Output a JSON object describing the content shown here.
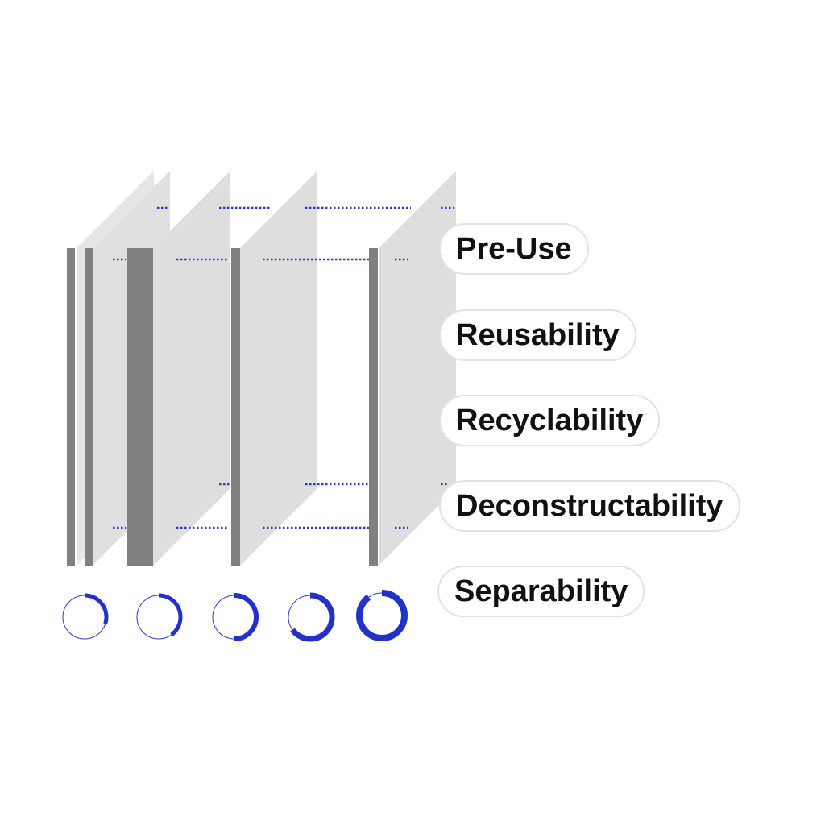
{
  "diagram": {
    "labels": [
      "Pre-Use",
      "Reusability",
      "Recyclability",
      "Deconstructability",
      "Separability"
    ],
    "colors": {
      "panel": "#dedede",
      "edge": "#808080",
      "dots": "#2b39c8",
      "ring_track": "#2b39c8",
      "ring_progress": "#2232c9",
      "pill_border": "#e2e2e2",
      "text": "#111111"
    },
    "indicators": [
      {
        "icon": "progress-ring-icon",
        "level": 0.3
      },
      {
        "icon": "progress-ring-icon",
        "level": 0.4
      },
      {
        "icon": "progress-ring-icon",
        "level": 0.5
      },
      {
        "icon": "progress-ring-icon",
        "level": 0.65
      },
      {
        "icon": "progress-ring-icon",
        "level": 0.9
      }
    ]
  }
}
